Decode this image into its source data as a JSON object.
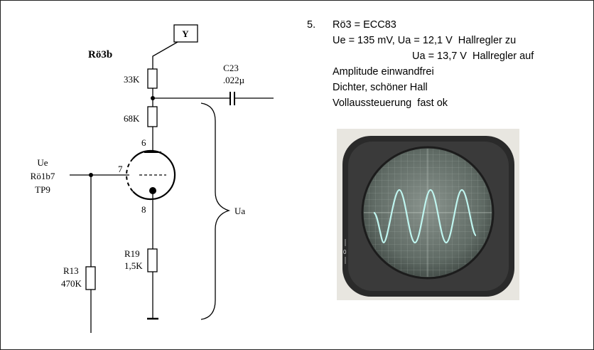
{
  "schematic": {
    "tube_label": "Rö3b",
    "output_box_label": "Y",
    "r_top_label": "33K",
    "r_mid_label": "68K",
    "capacitor_name": "C23",
    "capacitor_value": ".022µ",
    "pin_anode": "6",
    "pin_grid": "7",
    "pin_cathode": "8",
    "input_label_1": "Ue",
    "input_label_2": "Rö1b7",
    "input_label_3": "TP9",
    "r19_name": "R19",
    "r19_value": "1,5K",
    "r13_name": "R13",
    "r13_value": "470K",
    "ua_label": "Ua"
  },
  "notes": {
    "number": "5.",
    "line1": "Rö3 = ECC83",
    "line2": "Ue = 135 mV, Ua = 12,1 V  Hallregler zu",
    "line3": "Ua = 13,7 V  Hallregler auf",
    "line4": "Amplitude einwandfrei",
    "line5": "Dichter, schöner Hall",
    "line6": "Vollaussteuerung  fast ok"
  },
  "scope_photo": {
    "bezel_label": "0"
  },
  "colors": {
    "line": "#000000",
    "trace": "#bff5ef",
    "bezel": "#2a2a2a",
    "screen": "#5f6a64"
  }
}
